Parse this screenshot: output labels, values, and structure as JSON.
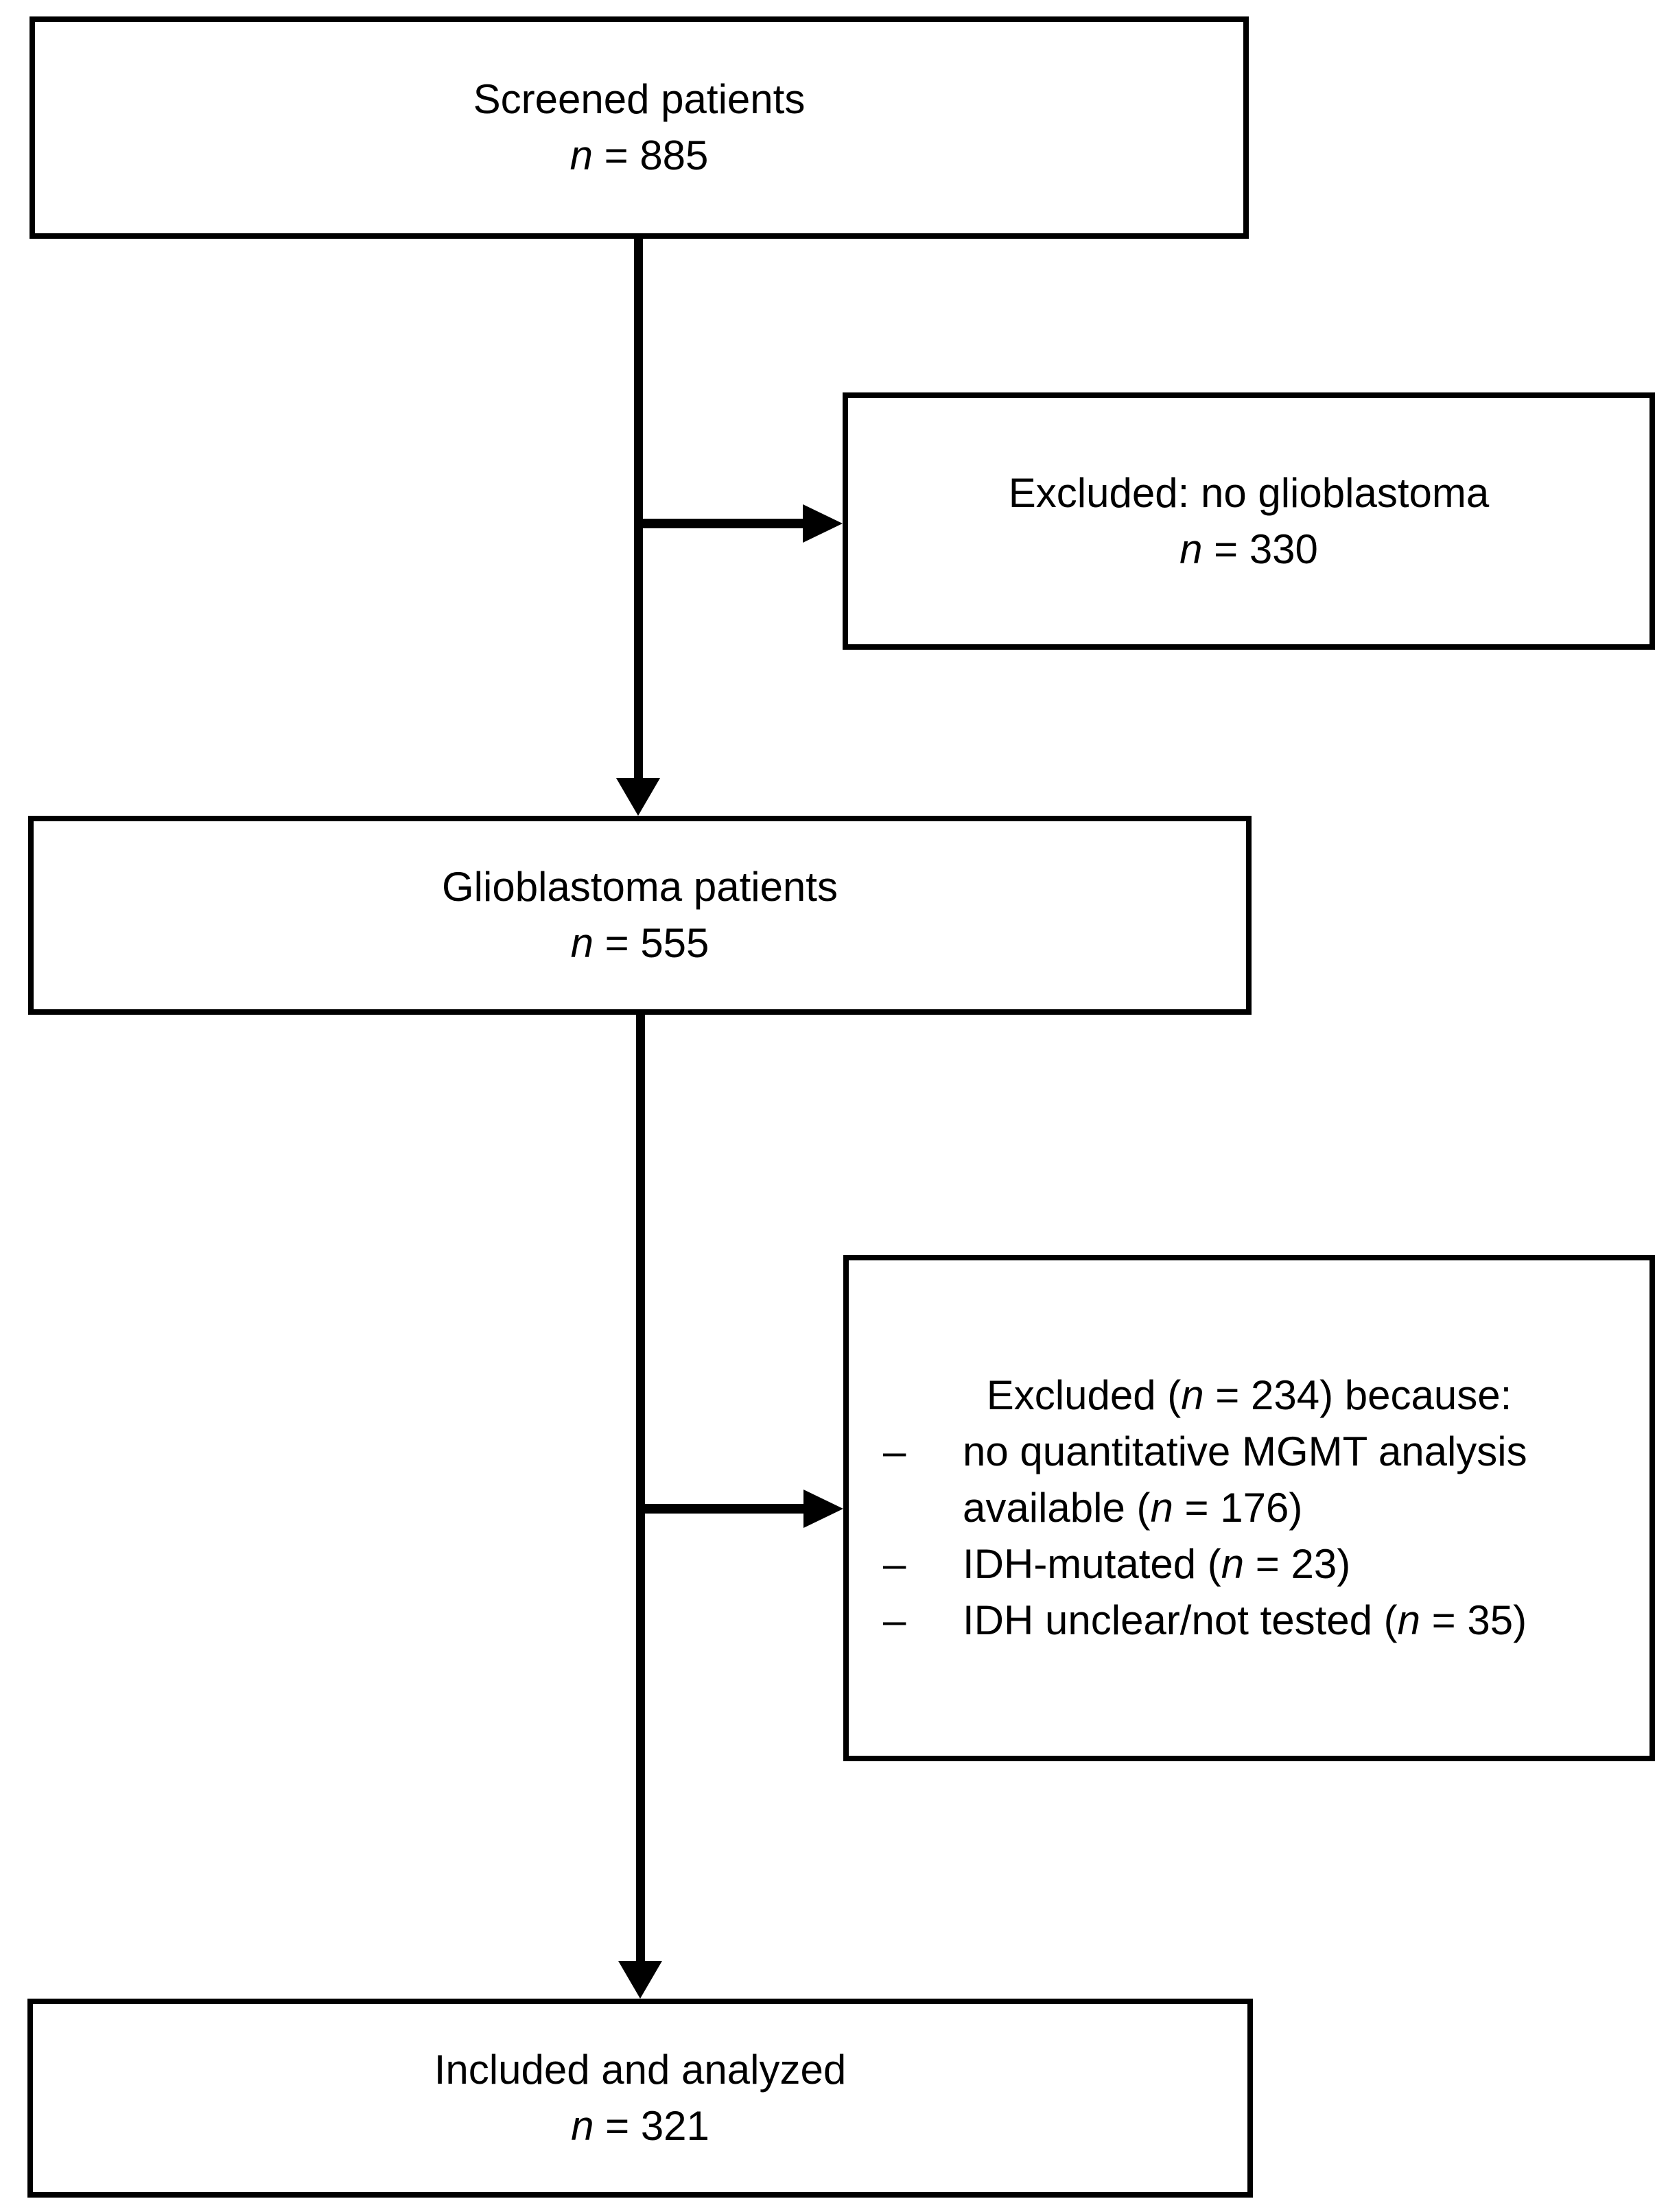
{
  "figure": {
    "type": "patient-flow-diagram",
    "colors": {
      "line": "#000000",
      "background": "#ffffff",
      "text": "#000000"
    },
    "boxes": {
      "screened": {
        "title": "Screened patients",
        "n_italic": "n",
        "n_rest": " = 885"
      },
      "excluded1": {
        "title": "Excluded: no glioblastoma",
        "n_italic": "n",
        "n_rest": " = 330"
      },
      "glioblastoma": {
        "title": "Glioblastoma patients",
        "n_italic": "n",
        "n_rest": " = 555"
      },
      "excluded2": {
        "heading_pre": "Excluded (",
        "heading_n": "n",
        "heading_post": " = 234) because:",
        "bullets": [
          {
            "marker": "–",
            "pre": "no quantitative MGMT analysis available (",
            "n": "n",
            "post": " = 176)"
          },
          {
            "marker": "–",
            "pre": "IDH-mutated (",
            "n": "n",
            "post": " = 23)"
          },
          {
            "marker": "–",
            "pre": "IDH unclear/not tested (",
            "n": "n",
            "post": " = 35)"
          }
        ]
      },
      "included": {
        "title": "Included and analyzed",
        "n_italic": "n",
        "n_rest": " = 321"
      }
    }
  }
}
